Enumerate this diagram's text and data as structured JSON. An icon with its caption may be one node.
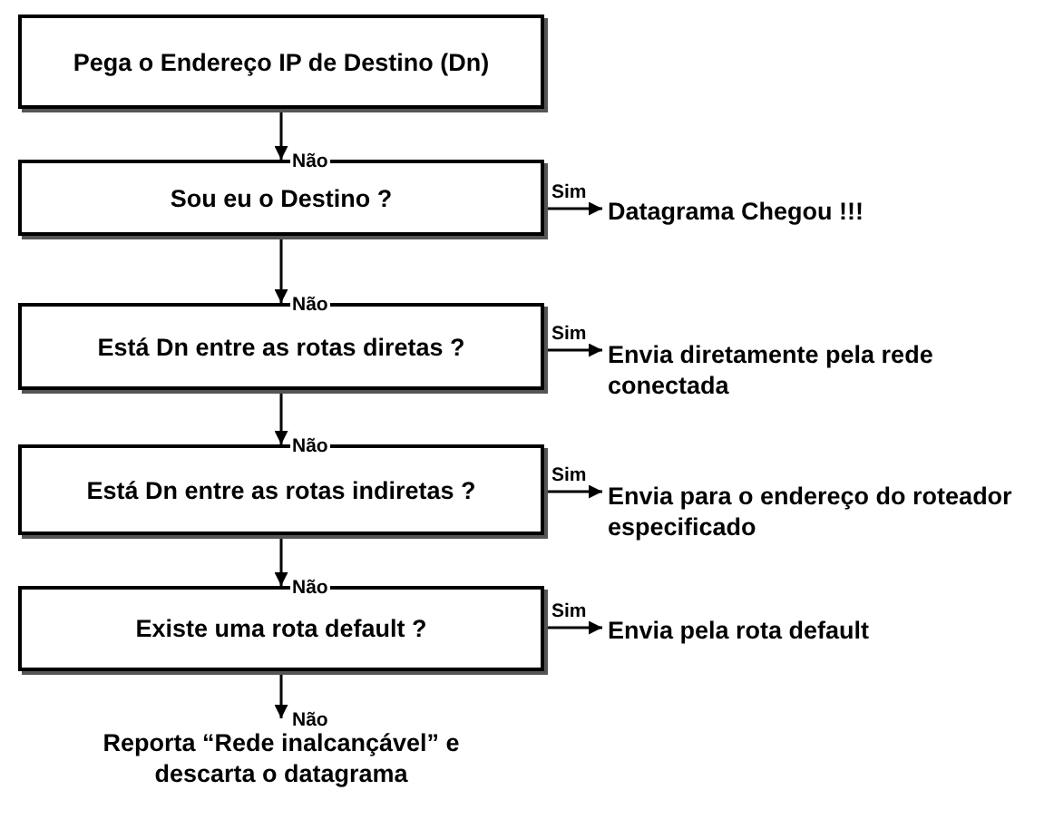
{
  "diagram": {
    "nodes": [
      {
        "text": [
          "Pega o Endereço IP de Destino (Dn)"
        ]
      },
      {
        "text": [
          "Sou eu o Destino ?"
        ]
      },
      {
        "text": [
          "Datagrama Chegou !!!"
        ]
      },
      {
        "text": [
          "Está Dn entre as rotas diretas ?"
        ]
      },
      {
        "text": [
          "Envia diretamente pela rede conectada"
        ]
      },
      {
        "text": [
          "Está Dn entre as rotas indiretas ?"
        ]
      },
      {
        "text": [
          "Envia para o endereço do roteador especificado"
        ]
      },
      {
        "text": [
          "Existe uma rota default ?"
        ]
      },
      {
        "text": [
          "Envia pela rota default"
        ]
      },
      {
        "text": [
          "Reporta “Rede inalcançável” e descarta o datagrama"
        ]
      }
    ],
    "edges": [
      {
        "from": 0,
        "to": 1,
        "arrow": "to",
        "label": "Não"
      },
      {
        "from": 1,
        "to": 2,
        "arrow": "to",
        "label": "Sim"
      },
      {
        "from": 1,
        "to": 3,
        "arrow": "to",
        "label": "Não"
      },
      {
        "from": 3,
        "to": 4,
        "arrow": "to",
        "label": "Sim"
      },
      {
        "from": 3,
        "to": 5,
        "arrow": "to",
        "label": "Não"
      },
      {
        "from": 5,
        "to": 6,
        "arrow": "to",
        "label": "Sim"
      },
      {
        "from": 5,
        "to": 7,
        "arrow": "to",
        "label": "Não"
      },
      {
        "from": 7,
        "to": 8,
        "arrow": "to",
        "label": "Sim"
      },
      {
        "from": 7,
        "to": 9,
        "arrow": "to",
        "label": "Não"
      }
    ]
  }
}
